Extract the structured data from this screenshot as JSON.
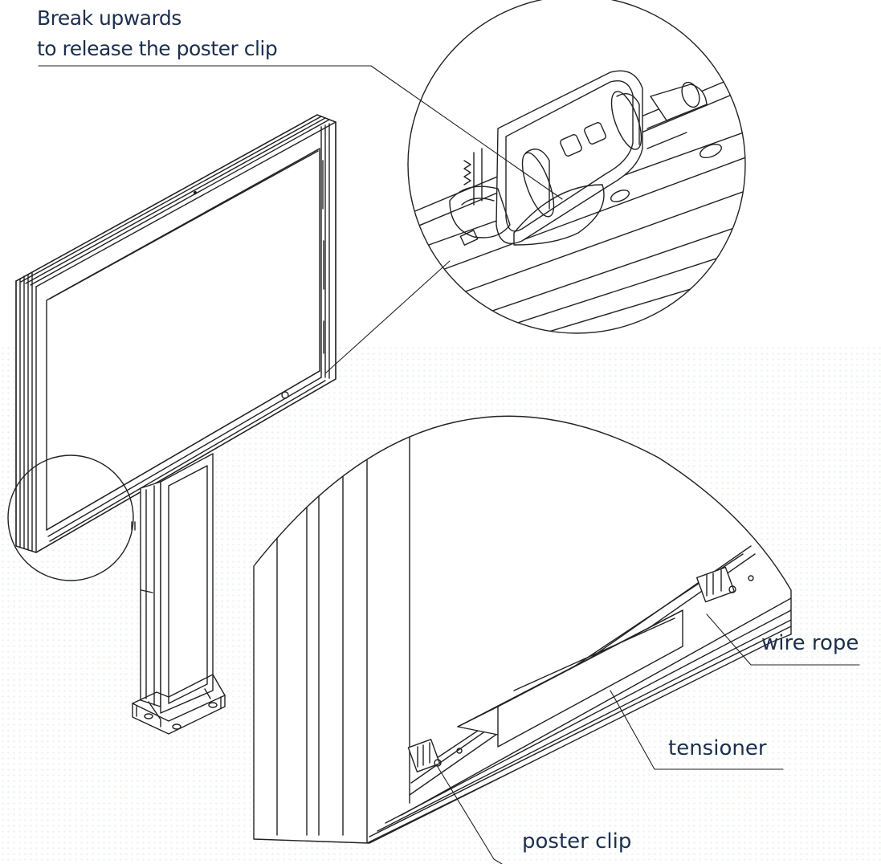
{
  "labels": {
    "release_line1": "Break upwards",
    "release_line2": "to release the poster clip",
    "wire_rope": "wire rope",
    "tensioner": "tensioner",
    "poster_clip": "poster clip"
  },
  "colors": {
    "text": "#1c2f4f",
    "line": "#222222",
    "dots": "#e9f3e9"
  }
}
